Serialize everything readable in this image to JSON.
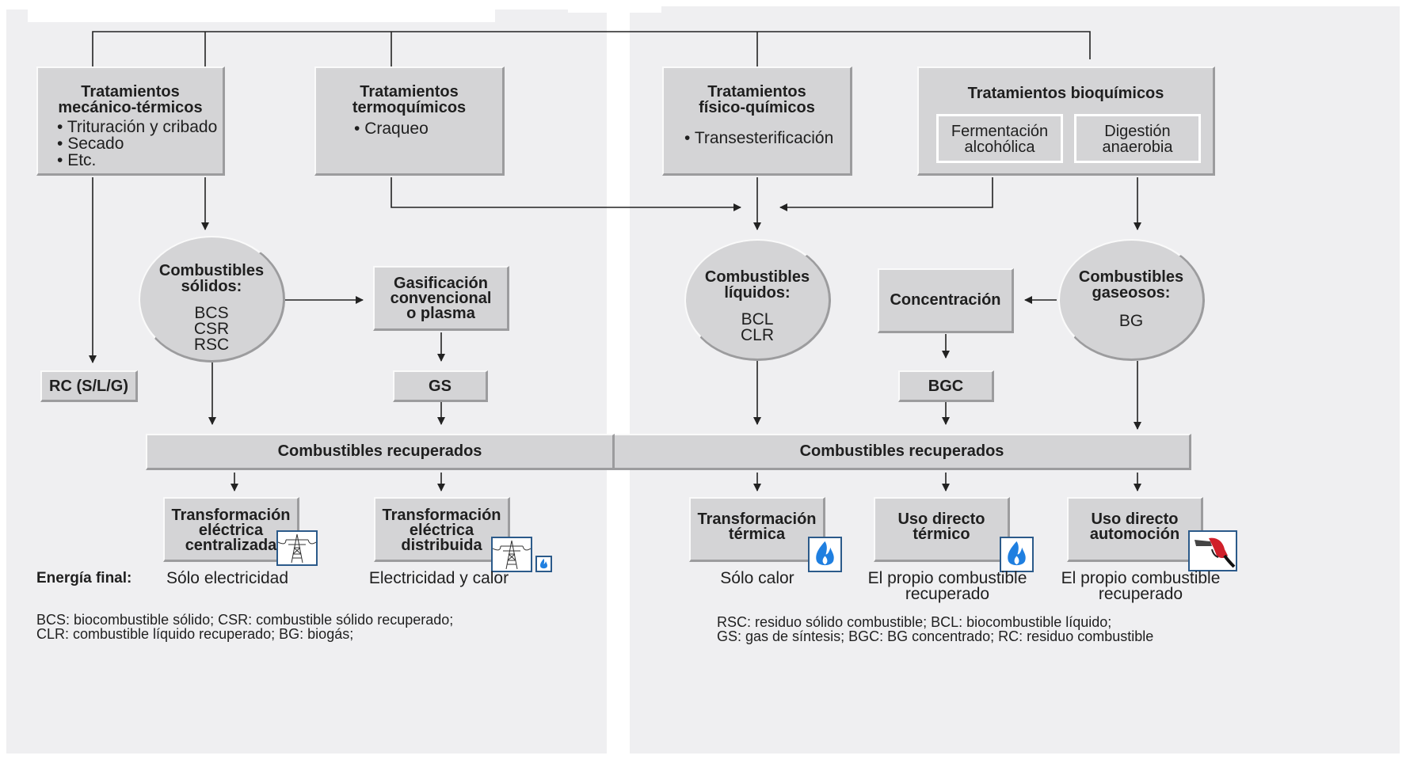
{
  "colors": {
    "box": "#d4d4d6",
    "panel": "#efeff1",
    "icon_border": "#2b5a8a",
    "flame": "#1f7fe0",
    "nozzle": "#d0202a"
  },
  "top_boxes": {
    "mecanico": {
      "title": "Tratamientos mecánico-térmicos",
      "title_l1": "Tratamientos",
      "title_l2": "mecánico-térmicos",
      "items": [
        "Trituración y cribado",
        "Secado",
        "Etc."
      ]
    },
    "termoquimico": {
      "title_l1": "Tratamientos",
      "title_l2": "termoquímicos",
      "items": [
        "Craqueo"
      ]
    },
    "fisico": {
      "title_l1": "Tratamientos",
      "title_l2": "físico-químicos",
      "items": [
        "Transesterificación"
      ]
    },
    "bioquimico": {
      "title": "Tratamientos bioquímicos",
      "sub1_l1": "Fermentación",
      "sub1_l2": "alcohólica",
      "sub2_l1": "Digestión",
      "sub2_l2": "anaerobia"
    }
  },
  "ovals": {
    "solidos": {
      "t1": "Combustibles",
      "t2": "sólidos:",
      "v": [
        "BCS",
        "CSR",
        "RSC"
      ]
    },
    "liquidos": {
      "t1": "Combustibles",
      "t2": "líquidos:",
      "v": [
        "BCL",
        "CLR"
      ]
    },
    "gaseosos": {
      "t1": "Combustibles",
      "t2": "gaseosos:",
      "v": [
        "BG"
      ]
    }
  },
  "mid": {
    "gasificacion": [
      "Gasificación",
      "convencional",
      "o plasma"
    ],
    "concentracion": "Concentración",
    "rc": "RC (S/L/G)",
    "gs": "GS",
    "bgc": "BGC"
  },
  "bars": {
    "left": "Combustibles  recuperados",
    "right": "Combustibles  recuperados"
  },
  "outputs": [
    {
      "l1": "Transformación",
      "l2": "eléctrica",
      "l3": "centralizada",
      "icon": "power-tower-icon",
      "final": "Sólo electricidad",
      "final2": ""
    },
    {
      "l1": "Transformación",
      "l2": "eléctrica",
      "l3": "distribuida",
      "icon": "power-tower-flame-icon",
      "final": "Electricidad y calor",
      "final2": ""
    },
    {
      "l1": "Transformación",
      "l2": "térmica",
      "l3": "",
      "icon": "flame-icon",
      "final": "Sólo calor",
      "final2": ""
    },
    {
      "l1": "Uso directo",
      "l2": "térmico",
      "l3": "",
      "icon": "flame-icon",
      "final": "El propio combustible",
      "final2": "recuperado"
    },
    {
      "l1": "Uso directo",
      "l2": "automoción",
      "l3": "",
      "icon": "fuel-nozzle-icon",
      "final": "El propio combustible",
      "final2": "recuperado"
    }
  ],
  "energia_final": "Energía final:",
  "footnotes": {
    "left_l1": "BCS: biocombustible sólido; CSR: combustible sólido recuperado;",
    "left_l2": "CLR: combustible líquido recuperado; BG: biogás;",
    "right_l1": "RSC: residuo sólido combustible;  BCL: biocombustible líquido;",
    "right_l2": "GS: gas de síntesis; BGC: BG concentrado; RC: residuo combustible"
  }
}
